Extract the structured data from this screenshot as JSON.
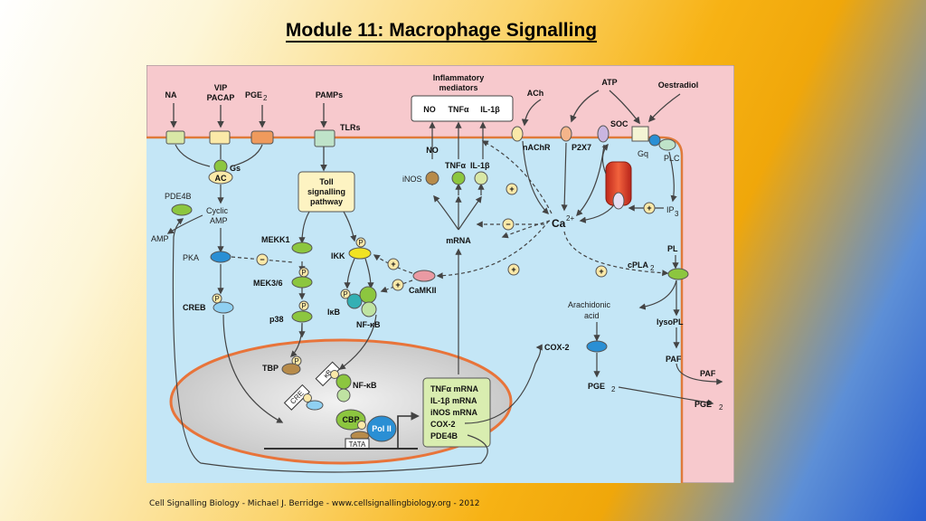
{
  "slide": {
    "title": "Module 11: Macrophage Signalling",
    "footer": "Cell Signalling Biology - Michael J. Berridge - www.cellsignallingbiology.org - 2012"
  },
  "diagram": {
    "ligands": {
      "na": "NA",
      "vip": "VIP",
      "pacap": "PACAP",
      "pge2": "PGE",
      "pge2_sub": "2",
      "pamps": "PAMPs",
      "ach": "ACh",
      "atp": "ATP",
      "oestradiol": "Oestradiol"
    },
    "inflammatory": {
      "title1": "Inflammatory",
      "title2": "mediators",
      "no": "NO",
      "tnf": "TNFα",
      "il1": "IL-1β"
    },
    "membrane": {
      "tlrs": "TLRs",
      "nachr": "nAChR",
      "p2x7": "P2X7",
      "soc": "SOC",
      "gq": "Gq",
      "plc": "PLC",
      "gs": "Gs",
      "ac": "AC"
    },
    "cytoplasm": {
      "pde4b": "PDE4B",
      "amp": "AMP",
      "cyclic1": "Cyclic",
      "cyclic2": "AMP",
      "pka": "PKA",
      "creb": "CREB",
      "toll1": "Toll",
      "toll2": "signalling",
      "toll3": "pathway",
      "mekk1": "MEKK1",
      "mek36": "MEK3/6",
      "p38": "p38",
      "ikk": "IKK",
      "ikb": "IκB",
      "nfkb": "NF-κB",
      "camkii": "CaMKII",
      "inos": "iNOS",
      "no": "NO",
      "tnf": "TNFα",
      "il1": "IL-1β",
      "mrna": "mRNA",
      "ca": "Ca",
      "ca_sup": "2+",
      "ip3": "IP",
      "ip3_sub": "3",
      "pl": "PL",
      "cpla2": "cPLA",
      "cpla2_sub": "2",
      "arach1": "Arachidonic",
      "arach2": "acid",
      "lysopl": "lysoPL",
      "paf": "PAF",
      "cox2": "COX-2",
      "pge2": "PGE",
      "pge2_sub": "2",
      "paf_out": "PAF",
      "pge2_out": "PGE",
      "pge2_out_sub": "2",
      "phospho": "P",
      "plus": "+",
      "minus": "−"
    },
    "nucleus": {
      "tbp": "TBP",
      "kb": "κB",
      "nfkb": "NF-κB",
      "cre": "CRE",
      "cbp": "CBP",
      "polii": "Pol II",
      "tata": "TATA",
      "box": [
        "TNFα mRNA",
        "IL-1β mRNA",
        "iNOS mRNA",
        "COX-2",
        "PDE4B"
      ]
    },
    "colors": {
      "outside": "#f7c9cd",
      "cell": "#c4e6f6",
      "membrane": "#e07a3a",
      "nucleus_ring": "#e8743a",
      "receptor_yellow": "#fbe9a8",
      "green": "#8cc63f",
      "blue": "#2a8fd4",
      "brown": "#b78b4a",
      "pink": "#ea9aa3"
    }
  }
}
